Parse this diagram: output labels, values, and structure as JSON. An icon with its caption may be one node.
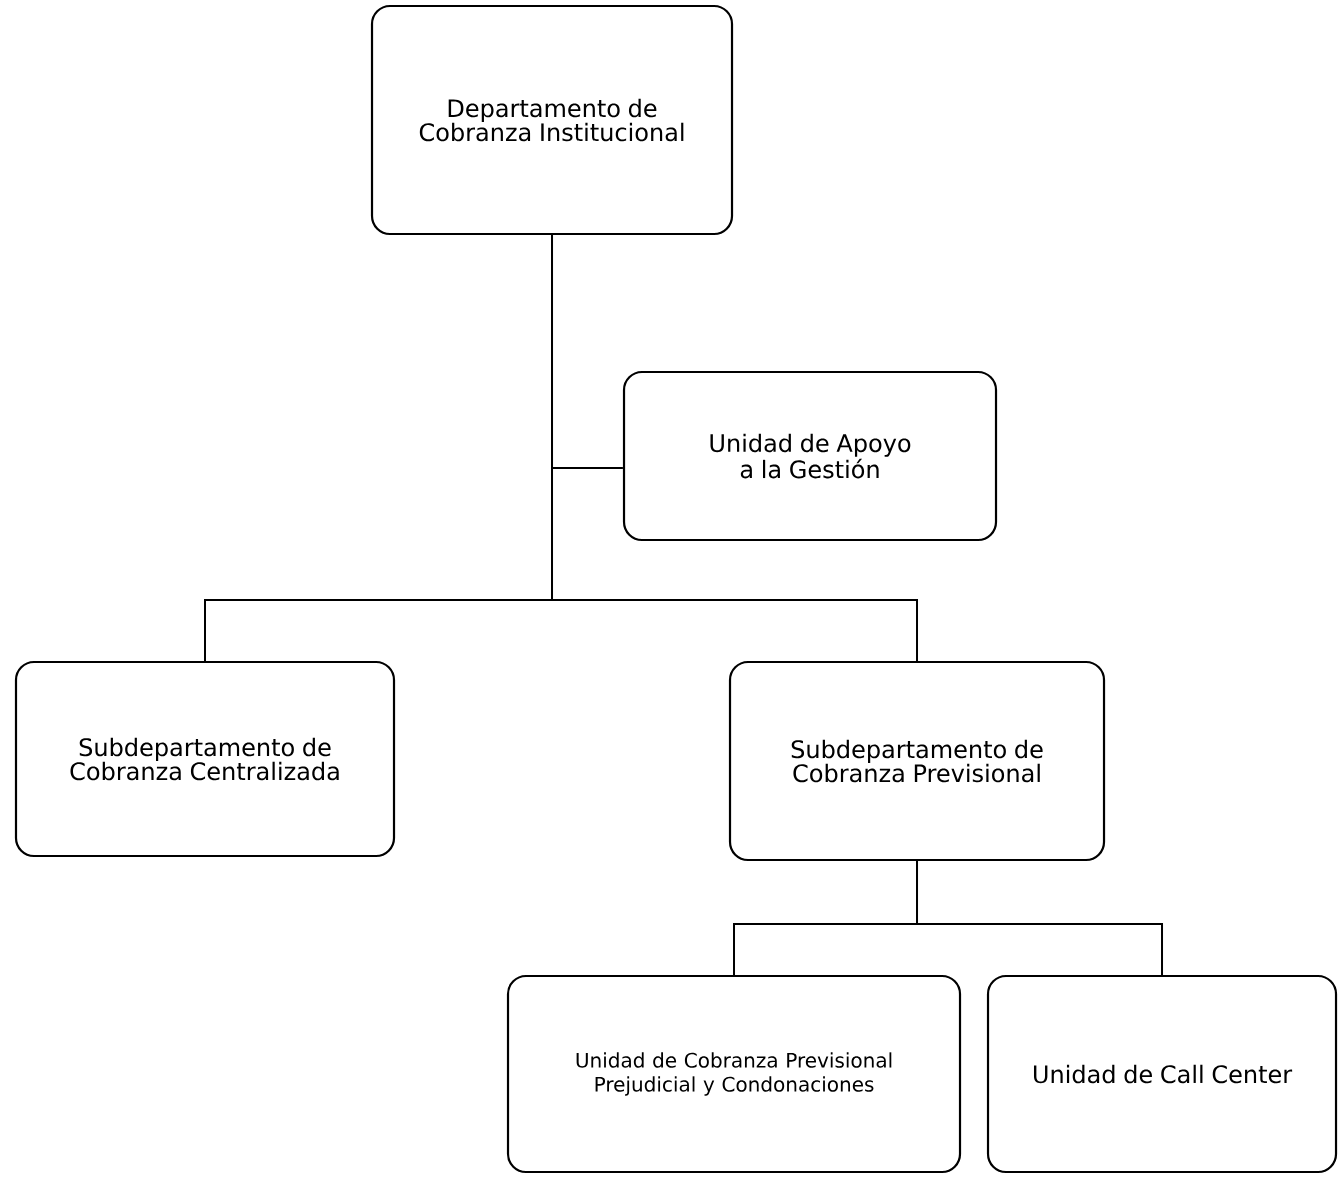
{
  "diagram": {
    "nodes": [
      {
        "text": [
          "Departamento de Cobranza Institucional"
        ]
      },
      {
        "text": [
          "Unidad de Apoyo a la Gestión"
        ]
      },
      {
        "text": [
          "Subdepartamento de Cobranza Centralizada"
        ]
      },
      {
        "text": [
          "Subdepartamento de Cobranza Previsional"
        ]
      },
      {
        "text": [
          "Unidad de Cobranza Previsional Prejudicial y Condonaciones"
        ]
      },
      {
        "text": [
          "Unidad de Call Center"
        ]
      }
    ],
    "edges": [
      {
        "from": 0,
        "to": 1,
        "arrow": "none"
      },
      {
        "from": 0,
        "to": 2,
        "arrow": "none"
      },
      {
        "from": 0,
        "to": 3,
        "arrow": "none"
      },
      {
        "from": 3,
        "to": 4,
        "arrow": "none"
      },
      {
        "from": 3,
        "to": 5,
        "arrow": "none"
      }
    ]
  }
}
